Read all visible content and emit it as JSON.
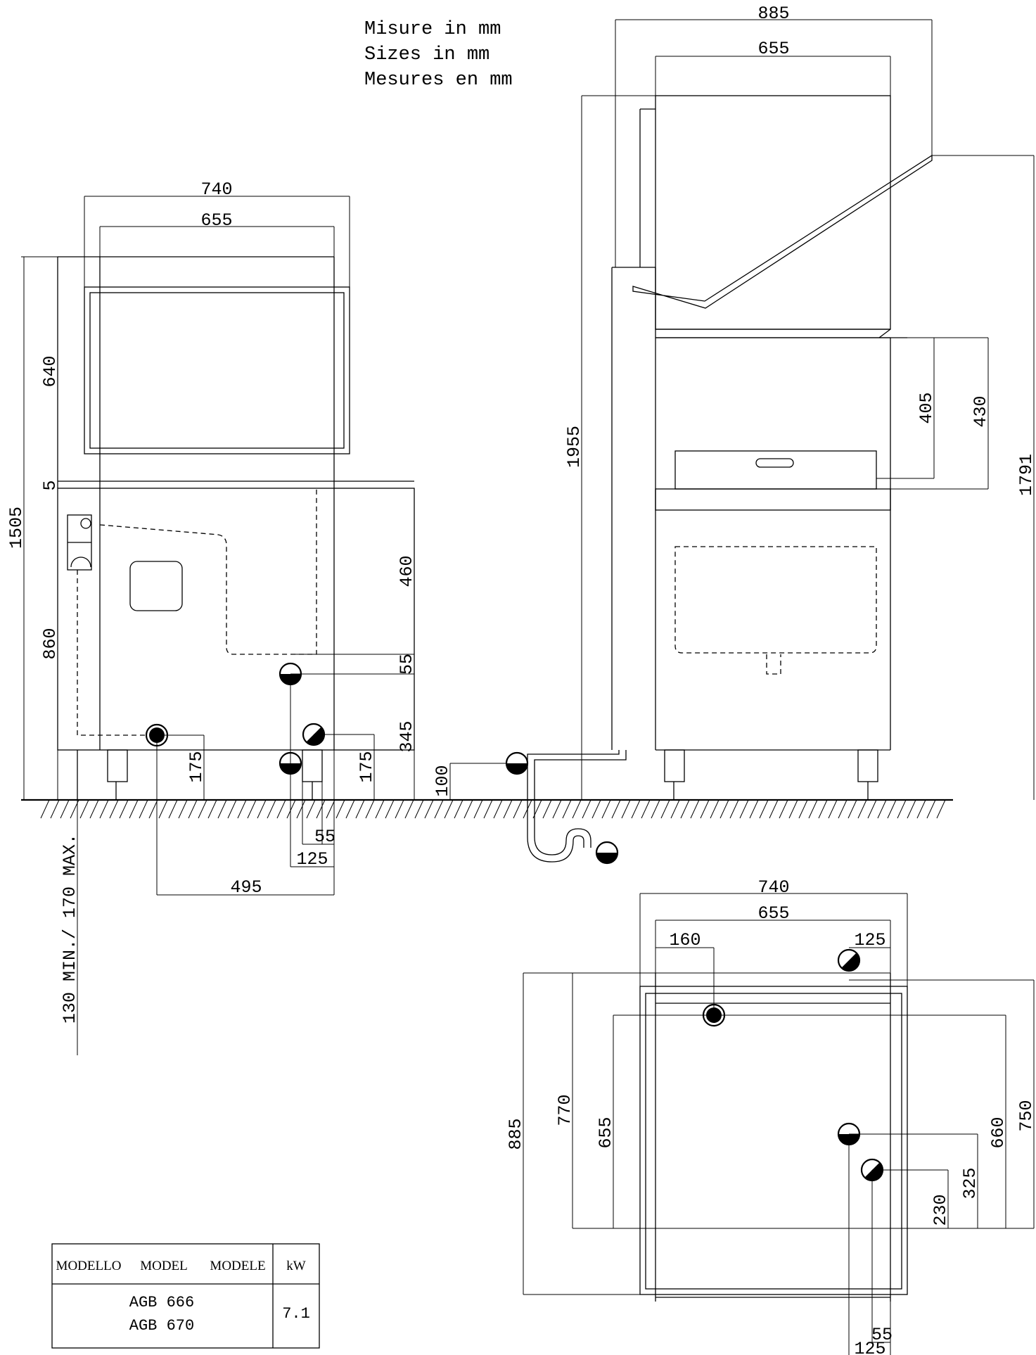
{
  "notes": {
    "line1": "Misure in mm",
    "line2": "Sizes in mm",
    "line3": "Mesures en mm"
  },
  "front_view": {
    "width_outer": "740",
    "width_inner": "655",
    "height_total": "1505",
    "hood_height": "640",
    "gap": "5",
    "base_height": "860",
    "tank_height": "460",
    "drain_offset": "55",
    "inlet_height": "345",
    "foot_height_left": "175",
    "foot_height_right": "175",
    "drain_spacing_a": "55",
    "drain_spacing_b": "125",
    "inlet_distance": "495",
    "wall_range": "130 MIN./ 170 MAX."
  },
  "side_view": {
    "width_outer": "885",
    "width_inner": "655",
    "height_open": "1955",
    "height_handle": "1791",
    "upper_a": "405",
    "upper_b": "430",
    "drain_height": "100"
  },
  "top_view": {
    "width_outer": "740",
    "width_inner": "655",
    "inlet_x": "160",
    "drain_x": "125",
    "depth_outer": "885",
    "depth_770": "770",
    "depth_655": "655",
    "depth_750": "750",
    "depth_660": "660",
    "drain_y": "325",
    "drain2_y": "230",
    "bottom_a": "55",
    "bottom_b": "125"
  },
  "table": {
    "h_modello": "MODELLO",
    "h_model": "MODEL",
    "h_modele": "MODELE",
    "h_kw": "kW",
    "model1": "AGB 666",
    "model2": "AGB 670",
    "power": "7.1"
  }
}
